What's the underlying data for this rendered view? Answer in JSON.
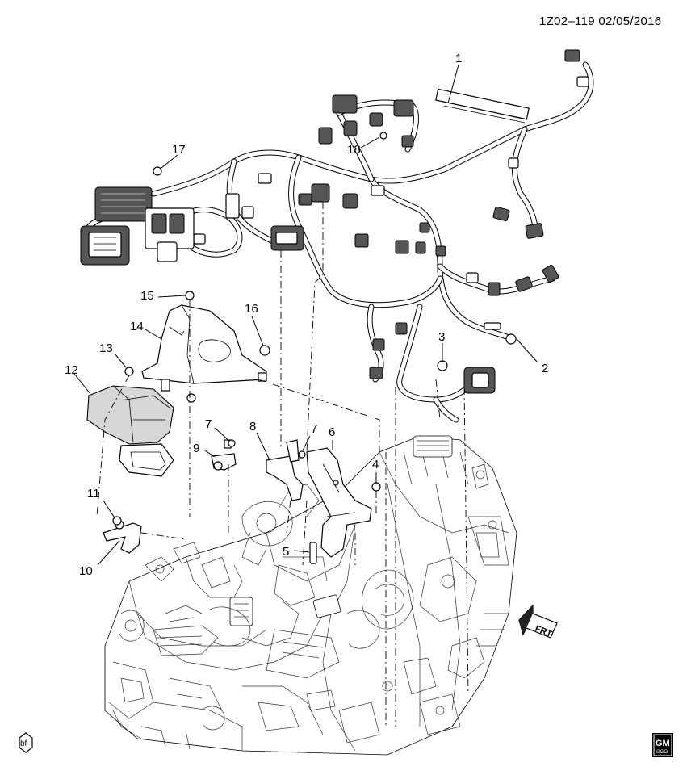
{
  "header": {
    "code": "1Z02–119",
    "date": "02/05/2016"
  },
  "callouts": [
    "1",
    "2",
    "3",
    "4",
    "5",
    "6",
    "7",
    "7",
    "8",
    "9",
    "10",
    "11",
    "12",
    "13",
    "14",
    "15",
    "16",
    "17",
    "18"
  ],
  "direction_arrow": {
    "label": "FRT",
    "icon": "front-direction-arrow-icon"
  },
  "badges": {
    "bf": "bf",
    "gm_top": "GM",
    "gm_bottom": "GGO"
  }
}
